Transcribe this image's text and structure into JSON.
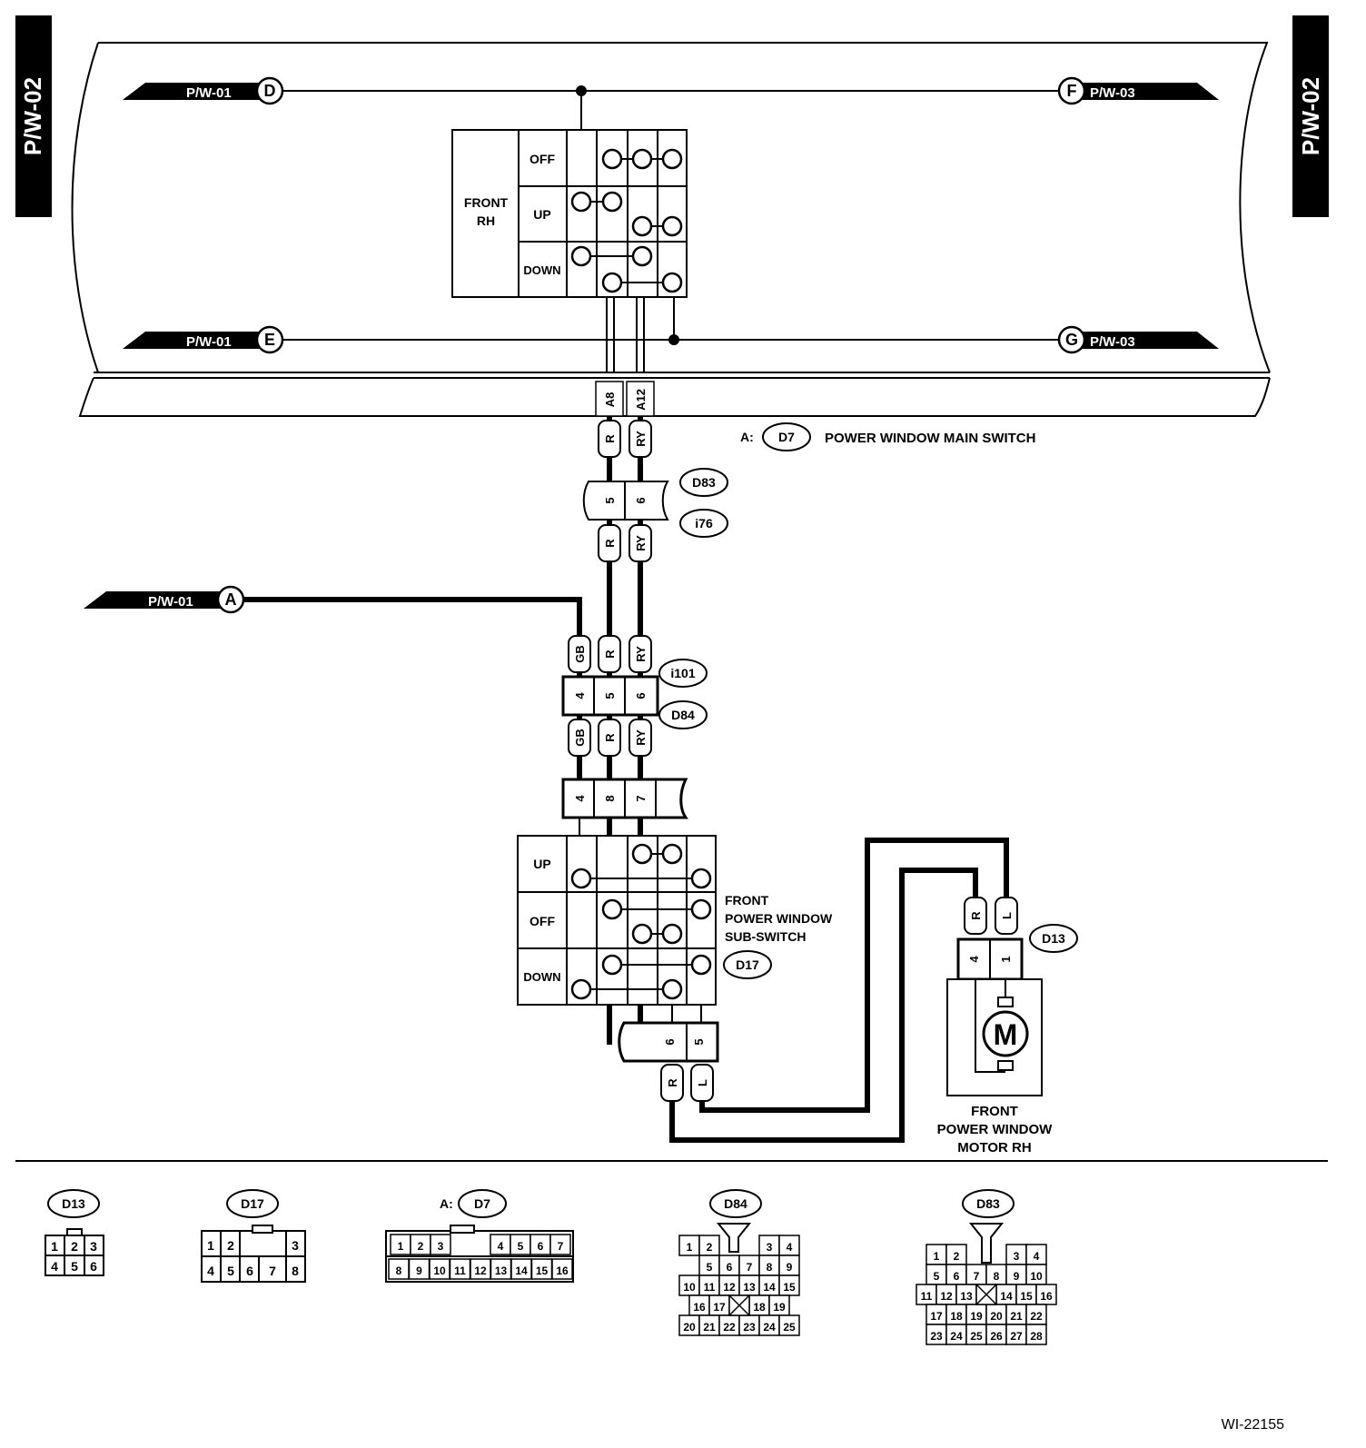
{
  "page_tags": {
    "left": "P/W-02",
    "right": "P/W-02"
  },
  "refs": {
    "D_text": "P/W-01",
    "D_letter": "D",
    "E_text": "P/W-01",
    "E_letter": "E",
    "F_text": "P/W-03",
    "F_letter": "F",
    "G_text": "P/W-03",
    "G_letter": "G",
    "A_text": "P/W-01",
    "A_letter": "A"
  },
  "main_switch": {
    "name_line1": "FRONT",
    "name_line2": "RH",
    "rows": [
      "OFF",
      "UP",
      "DOWN"
    ],
    "pins": [
      "A8",
      "A12"
    ],
    "conn_prefix": "A:",
    "conn_id": "D7",
    "label": "POWER WINDOW MAIN SWITCH"
  },
  "wires": {
    "r": "R",
    "ry": "RY",
    "gb": "GB",
    "l": "L"
  },
  "joint1": {
    "pins": [
      "5",
      "6"
    ],
    "conn_a": "D83",
    "conn_b": "i76"
  },
  "joint2": {
    "pins": [
      "4",
      "5",
      "6"
    ],
    "conn_a": "i101",
    "conn_b": "D84"
  },
  "sub_switch": {
    "pins_top": [
      "4",
      "8",
      "7"
    ],
    "rows": [
      "UP",
      "OFF",
      "DOWN"
    ],
    "label_line1": "FRONT",
    "label_line2": "POWER WINDOW",
    "label_line3": "SUB-SWITCH",
    "conn_id": "D17",
    "pins_bottom": [
      "6",
      "5"
    ]
  },
  "motor": {
    "pins": [
      "4",
      "1"
    ],
    "conn_id": "D13",
    "symbol": "M",
    "label_line1": "FRONT",
    "label_line2": "POWER WINDOW",
    "label_line3": "MOTOR RH"
  },
  "legend": {
    "d13": {
      "id": "D13",
      "rows": [
        [
          "1",
          "2",
          "3"
        ],
        [
          "4",
          "5",
          "6"
        ]
      ]
    },
    "d17": {
      "id": "D17",
      "rows": [
        [
          "1",
          "2",
          "3"
        ],
        [
          "4",
          "5",
          "6",
          "7",
          "8"
        ]
      ]
    },
    "d7": {
      "prefix": "A:",
      "id": "D7",
      "rows": [
        [
          "1",
          "2",
          "3",
          "4",
          "5",
          "6",
          "7"
        ],
        [
          "8",
          "9",
          "10",
          "11",
          "12",
          "13",
          "14",
          "15",
          "16"
        ]
      ]
    },
    "d84": {
      "id": "D84",
      "rows": [
        [
          "1",
          "2",
          "3",
          "4"
        ],
        [
          "5",
          "6",
          "7",
          "8",
          "9"
        ],
        [
          "10",
          "11",
          "12",
          "13",
          "14",
          "15"
        ],
        [
          "16",
          "17",
          "18",
          "19"
        ],
        [
          "20",
          "21",
          "22",
          "23",
          "24",
          "25"
        ]
      ]
    },
    "d83": {
      "id": "D83",
      "rows": [
        [
          "1",
          "2",
          "3",
          "4"
        ],
        [
          "5",
          "6",
          "7",
          "8",
          "9",
          "10"
        ],
        [
          "11",
          "12",
          "13",
          "14",
          "15",
          "16"
        ],
        [
          "17",
          "18",
          "19",
          "20",
          "21",
          "22"
        ],
        [
          "23",
          "24",
          "25",
          "26",
          "27",
          "28"
        ]
      ]
    }
  },
  "footer_code": "WI-22155"
}
